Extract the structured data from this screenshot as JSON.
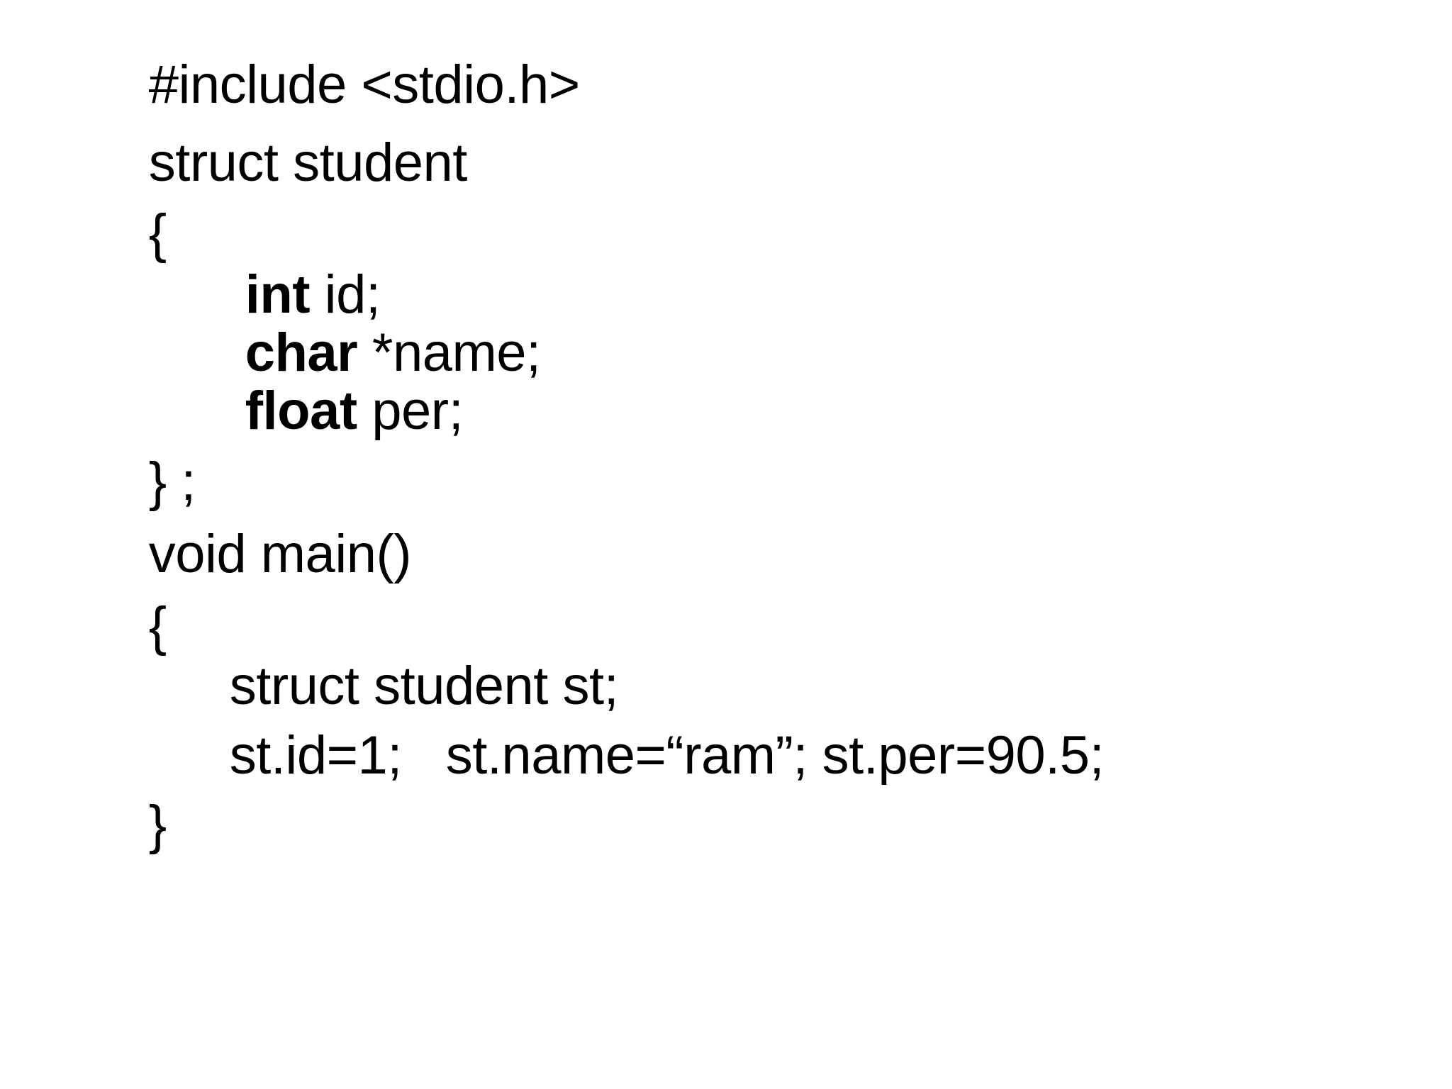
{
  "slide": {
    "background_color": "#FFFFFF",
    "text_color": "#000000",
    "language": "c",
    "title_text": ""
  },
  "code": {
    "lines": [
      {
        "id": "line-include",
        "indent": 0,
        "segments": [
          {
            "text": "#include <stdio.h>",
            "bold": false
          }
        ]
      },
      {
        "id": "line-struct-decl",
        "indent": 0,
        "segments": [
          {
            "text": "struct student",
            "bold": false
          }
        ]
      },
      {
        "id": "line-struct-open",
        "indent": 0,
        "segments": [
          {
            "text": "{",
            "bold": false
          }
        ]
      },
      {
        "id": "line-member-id",
        "indent": 2,
        "segments": [
          {
            "text": "int",
            "bold": true
          },
          {
            "text": " id;",
            "bold": false
          }
        ]
      },
      {
        "id": "line-member-name",
        "indent": 2,
        "segments": [
          {
            "text": "char",
            "bold": true
          },
          {
            "text": " *name;",
            "bold": false
          }
        ]
      },
      {
        "id": "line-member-per",
        "indent": 2,
        "segments": [
          {
            "text": "float",
            "bold": true
          },
          {
            "text": " per;",
            "bold": false
          }
        ]
      },
      {
        "id": "line-struct-close",
        "indent": 0,
        "segments": [
          {
            "text": "} ;",
            "bold": false
          }
        ]
      },
      {
        "id": "line-main-decl",
        "indent": 0,
        "segments": [
          {
            "text": "void main()",
            "bold": false
          }
        ]
      },
      {
        "id": "line-main-open",
        "indent": 0,
        "segments": [
          {
            "text": "{",
            "bold": false
          }
        ]
      },
      {
        "id": "line-var-decl",
        "indent": 1,
        "segments": [
          {
            "text": "struct student st;",
            "bold": false
          }
        ]
      },
      {
        "id": "line-assignments",
        "indent": 1,
        "segments": [
          {
            "text": "st.id=1;   st.name=“ram”; st.per=90.5;",
            "bold": false
          }
        ]
      },
      {
        "id": "line-main-close",
        "indent": 0,
        "segments": [
          {
            "text": "}",
            "bold": false
          }
        ]
      }
    ],
    "keywords_bold": [
      "int",
      "char",
      "float"
    ],
    "string_literal": "“ram”",
    "values": {
      "st_id": "1",
      "st_name": "ram",
      "st_per": "90.5"
    }
  }
}
